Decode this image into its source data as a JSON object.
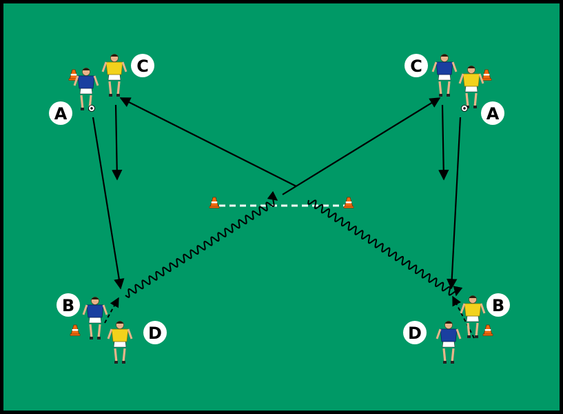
{
  "colors": {
    "field": "#009966",
    "border": "#000000",
    "line": "#000000",
    "gate_line": "#ffffff",
    "cone": "#f06a10",
    "blue_team": "#1a3fa0",
    "yellow_team": "#f2d21c",
    "skin": "#e9b48a",
    "shorts": "#ffffff"
  },
  "labels": {
    "left_c": "C",
    "left_a": "A",
    "left_b": "B",
    "left_d": "D",
    "right_c": "C",
    "right_a": "A",
    "right_b": "B",
    "right_d": "D"
  },
  "icons": [
    "training-cone-icon",
    "soccer-ball-icon",
    "player-figure-icon"
  ]
}
